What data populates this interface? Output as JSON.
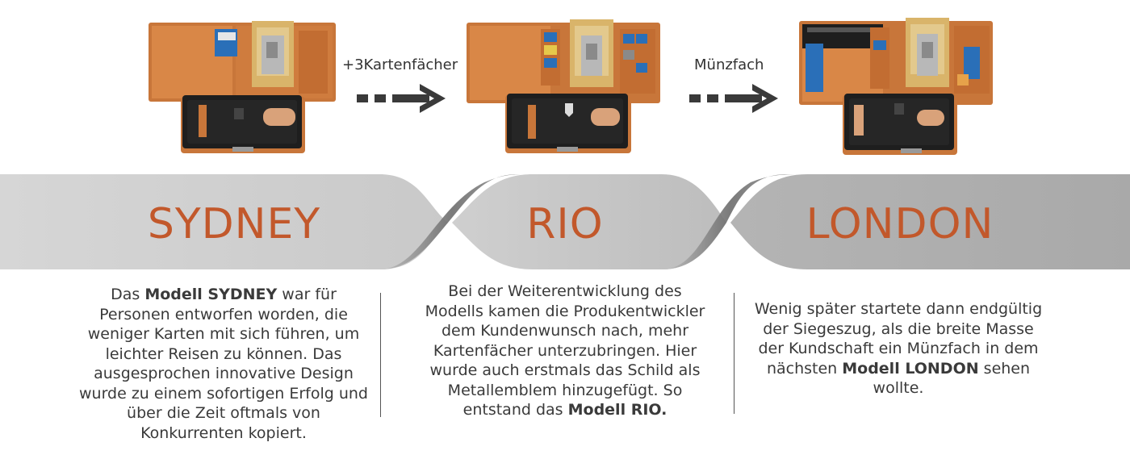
{
  "steps": [
    {
      "label": "+3Kartenfächer"
    },
    {
      "label": "Münzfach"
    }
  ],
  "models": [
    {
      "name": "SYDNEY"
    },
    {
      "name": "RIO"
    },
    {
      "name": "LONDON"
    }
  ],
  "descriptions": {
    "sydney": {
      "pre": "Das ",
      "bold": "Modell SYDNEY",
      "post": " war für Personen entworfen worden, die weniger Karten mit sich führen, um leichter Reisen zu können. Das ausgesprochen innovative Design wurde zu einem sofortigen Erfolg und über die Zeit oftmals von Konkurrenten kopiert."
    },
    "rio": {
      "pre": "Bei der Weiterentwicklung des Modells kamen die Produkentwickler dem Kundenwunsch nach, mehr Kartenfächer unterzubringen. Hier wurde auch erstmals das Schild als Metallemblem hinzugefügt. So entstand das ",
      "bold": "Modell RIO."
    },
    "london": {
      "pre": "Wenig später startete dann endgültig der Siegeszug, als die breite Masse der Kundschaft ein Münzfach in dem nächsten ",
      "bold": "Modell LONDON",
      "post": " sehen wollte."
    }
  },
  "colors": {
    "accent": "#c2582b",
    "leather_tan": "#c8763a",
    "leather_black": "#1e1e1e",
    "band_light": "#d4d4d4",
    "band_mid": "#b3b3b3",
    "arrow": "#3a3a3a"
  }
}
